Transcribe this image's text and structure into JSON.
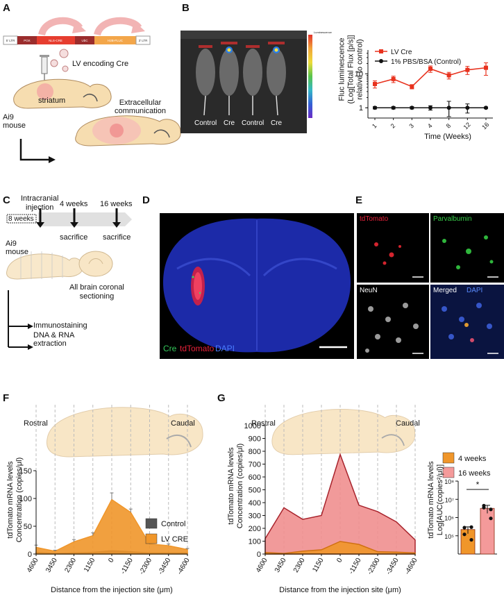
{
  "panels": {
    "a": {
      "letter": "A",
      "vector": [
        "5' LTR",
        "PGK",
        "NLS-CRE",
        "UbC",
        "H2B-FLUC",
        "3' LTR"
      ],
      "virus_label": "LV encoding Cre",
      "region": "striatum",
      "mouse": "Ai9\nmouse",
      "comm": "Extracellular\ncommunication"
    },
    "b": {
      "letter": "B",
      "mice_labels": [
        "Control",
        "Cre",
        "Control",
        "Cre"
      ],
      "colorbar_title": "Luminescence"
    },
    "c": {
      "letter": "C",
      "injection": "Intracranial\ninjection",
      "age": "8 weeks",
      "t1": "4 weeks",
      "t2": "16 weeks",
      "sac": "sacrifice",
      "mouse": "Ai9\nmouse",
      "sectioning": "All brain coronal\nsectioning",
      "immuno": "Immunostaining",
      "extract": "DNA & RNA\nextraction"
    },
    "d": {
      "letter": "D",
      "label_cre": "Cre",
      "label_td": "tdTomato",
      "label_dapi": "DAPI"
    },
    "e": {
      "letter": "E",
      "q1": "tdTomato",
      "q2": "Parvalbumin",
      "q3": "NeuN",
      "q4a": "Merged",
      "q4b": "DAPI"
    },
    "f": {
      "letter": "F",
      "rostral": "Rostral",
      "caudal": "Caudal"
    },
    "g": {
      "letter": "G",
      "rostral": "Rostral",
      "caudal": "Caudal"
    }
  },
  "chart_data": [
    {
      "id": "B",
      "type": "line",
      "categories": [
        "1",
        "2",
        "3",
        "4",
        "8",
        "12",
        "16"
      ],
      "xlabel": "Time (Weeks)",
      "ylabel": "Fluc luminescence\n(Log[Total Flux [p/s]]\nrelative to control)",
      "yscale": "log",
      "ylim": [
        0.5,
        50
      ],
      "yticks": [
        "1",
        "10"
      ],
      "legend_position": "top-right",
      "series": [
        {
          "name": "LV Cre",
          "color": "#e8321e",
          "values": [
            5,
            7,
            4.2,
            14,
            9,
            13,
            15
          ],
          "err": [
            1.2,
            1.5,
            0.6,
            3,
            2,
            3.5,
            6
          ]
        },
        {
          "name": "1% PBS/BSA (Control)",
          "color": "#111111",
          "values": [
            1,
            1,
            1,
            1,
            1,
            1,
            1
          ],
          "err": [
            0.08,
            0.08,
            0.08,
            0.15,
            0.55,
            0.3,
            0.05
          ]
        }
      ]
    },
    {
      "id": "F",
      "type": "area",
      "x": [
        "4600",
        "3450",
        "2300",
        "1150",
        "0",
        "-1150",
        "-2300",
        "-3450",
        "-4600"
      ],
      "xlabel": "Distance from the injection site (μm)",
      "ylabel": "tdTomato mRNA levels\nConcentration (copies/μl)",
      "ylim": [
        0,
        150
      ],
      "yticks": [
        "0",
        "50",
        "100",
        "150"
      ],
      "legend_position": "bottom-right",
      "series": [
        {
          "name": "Control",
          "color": "#555555",
          "values": [
            3,
            1,
            2,
            3,
            6,
            4,
            2,
            2,
            2
          ]
        },
        {
          "name": "LV CRE",
          "color": "#f0962a",
          "values": [
            12,
            5,
            22,
            33,
            98,
            75,
            18,
            15,
            8
          ],
          "err": [
            4,
            2,
            4,
            5,
            12,
            6,
            3,
            3,
            2
          ]
        }
      ]
    },
    {
      "id": "G",
      "type": "area",
      "x": [
        "4600",
        "3450",
        "2300",
        "1150",
        "0",
        "-1150",
        "-2300",
        "-3450",
        "-4600"
      ],
      "xlabel": "Distance from the injection site (μm)",
      "ylabel": "tdTomato mRNA levels\nConcentration (copies/μl)",
      "ylim": [
        0,
        1000
      ],
      "yticks": [
        "0",
        "100",
        "200",
        "300",
        "400",
        "500",
        "600",
        "700",
        "800",
        "900",
        "1000"
      ],
      "series": [
        {
          "name": "16 weeks",
          "color": "#ef8f8f",
          "edge": "#a8232c",
          "values": [
            120,
            360,
            270,
            300,
            775,
            380,
            330,
            250,
            110
          ]
        },
        {
          "name": "4 weeks",
          "color": "#f0962a",
          "edge": "#d07010",
          "values": [
            12,
            5,
            22,
            33,
            98,
            75,
            18,
            15,
            8
          ]
        }
      ]
    },
    {
      "id": "G-inset",
      "type": "bar",
      "categories": [
        "4 weeks",
        "16 weeks"
      ],
      "ylabel": "tdTomato mRNA levels\nLog[AUC(copies²/μl)]",
      "yscale": "log",
      "ylim": [
        10000,
        100000000
      ],
      "yticks": [
        "10⁵",
        "10⁶",
        "10⁷",
        "10⁸"
      ],
      "legend_position": "top",
      "significance": "*",
      "series": [
        {
          "name": "tdTomato AUC",
          "colors": [
            "#f0962a",
            "#f49a9a"
          ],
          "values": [
            220000,
            3200000
          ],
          "err": [
            90000,
            1500000
          ],
          "points": [
            [
              120000,
              300000,
              280000,
              60000
            ],
            [
              4500000,
              900000,
              3500000,
              2800000
            ]
          ]
        }
      ]
    }
  ]
}
